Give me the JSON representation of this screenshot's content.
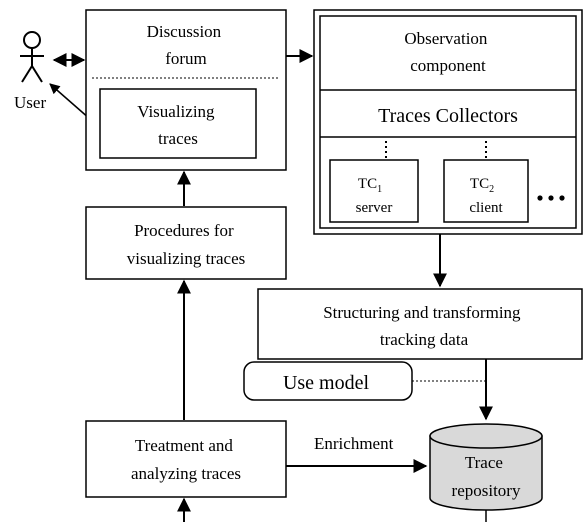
{
  "user": {
    "label": "User"
  },
  "forum": {
    "title_line1": "Discussion",
    "title_line2": "forum"
  },
  "visualizing": {
    "line1": "Visualizing",
    "line2": "traces"
  },
  "procedures": {
    "line1": "Procedures for",
    "line2": "visualizing traces"
  },
  "observation": {
    "line1": "Observation",
    "line2": "component"
  },
  "collectors": {
    "label": "Traces Collectors"
  },
  "tc1": {
    "base": "TC",
    "sub": "1",
    "role": "server"
  },
  "tc2": {
    "base": "TC",
    "sub": "2",
    "role": "client"
  },
  "structuring": {
    "line1": "Structuring and transforming",
    "line2": "tracking data"
  },
  "use_model": {
    "label": "Use model"
  },
  "treatment": {
    "line1": "Treatment and",
    "line2": "analyzing traces"
  },
  "enrichment": {
    "label": "Enrichment"
  },
  "repository": {
    "line1": "Trace",
    "line2": "repository",
    "fill": "#d9d9d9"
  }
}
